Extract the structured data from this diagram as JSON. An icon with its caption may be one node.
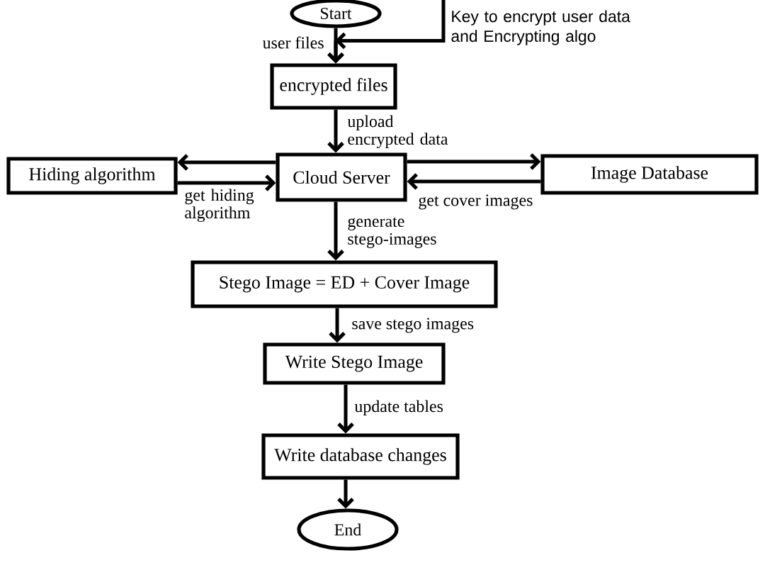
{
  "diagram": {
    "nodes": [
      {
        "text": [
          "Start"
        ]
      },
      {
        "text": [
          "Key to encrypt user data and Encrypting algo"
        ]
      },
      {
        "text": [
          "encrypted files"
        ]
      },
      {
        "text": [
          "Hiding algorithm"
        ]
      },
      {
        "text": [
          "Cloud Server"
        ]
      },
      {
        "text": [
          "Image Database"
        ]
      },
      {
        "text": [
          "Stego Image = ED + Cover Image"
        ]
      },
      {
        "text": [
          "Write Stego Image"
        ]
      },
      {
        "text": [
          "Write database changes"
        ]
      },
      {
        "text": [
          "End"
        ]
      }
    ],
    "edges": [
      {
        "from": 0,
        "to": 2,
        "arrow": "to",
        "label": "user files"
      },
      {
        "from": 1,
        "to": 2,
        "arrow": "to"
      },
      {
        "from": 2,
        "to": 4,
        "arrow": "to",
        "label": "upload encrypted data"
      },
      {
        "from": 4,
        "to": 3,
        "arrow": "to"
      },
      {
        "from": 3,
        "to": 4,
        "arrow": "to",
        "label": "get hiding algorithm"
      },
      {
        "from": 4,
        "to": 5,
        "arrow": "to"
      },
      {
        "from": 5,
        "to": 4,
        "arrow": "to",
        "label": "get cover images"
      },
      {
        "from": 4,
        "to": 6,
        "arrow": "to",
        "label": "generate stego-images"
      },
      {
        "from": 6,
        "to": 7,
        "arrow": "to",
        "label": "save stego images"
      },
      {
        "from": 7,
        "to": 8,
        "arrow": "to",
        "label": "update tables"
      },
      {
        "from": 8,
        "to": 9,
        "arrow": "to"
      }
    ]
  }
}
